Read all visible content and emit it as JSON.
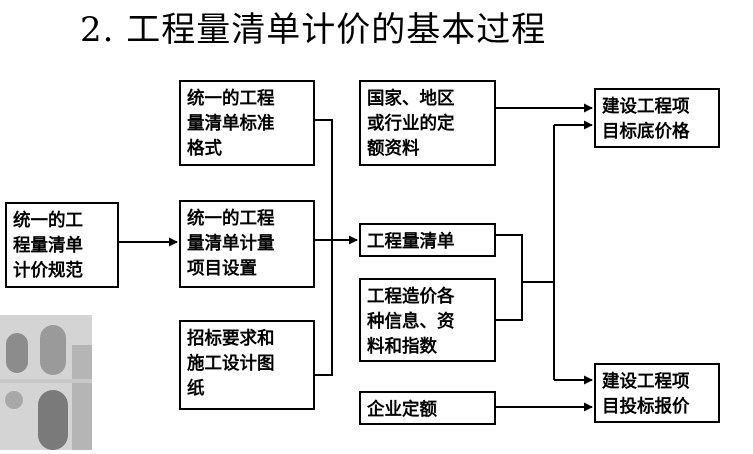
{
  "title": "2. 工程量清单计价的基本过程",
  "boxes": {
    "spec": "统一的工\n程量清单\n计价规范",
    "format": "统一的工程\n量清单标准\n格式",
    "items": "统一的工程\n量清单计量\n项目设置",
    "tender": "招标要求和\n施工设计图\n纸",
    "quota": "国家、地区\n或行业的定\n额资料",
    "bill": "工程量清单",
    "cost_info": "工程造价各\n种信息、资\n料和指数",
    "enterprise": "企业定额",
    "base_price": "建设工程项\n目标底价格",
    "bid_price": "建设工程项\n目投标报价"
  }
}
